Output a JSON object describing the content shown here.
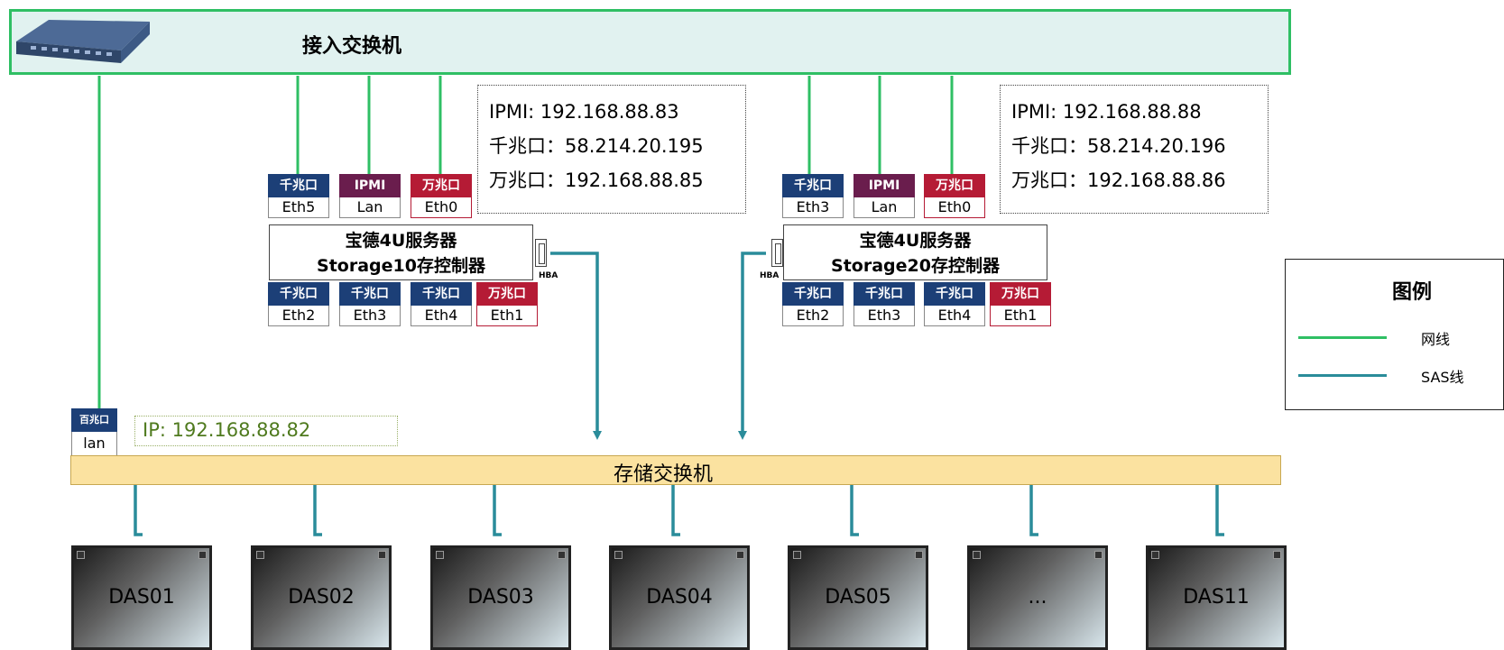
{
  "access_switch": {
    "label": "接入交换机"
  },
  "storage_switch": {
    "label": "存储交换机"
  },
  "server1": {
    "name_line1": "宝德4U服务器",
    "name_line2": "Storage10存控制器",
    "info": [
      "IPMI: 192.168.88.83",
      "千兆口：58.214.20.195",
      "万兆口：192.168.88.85"
    ],
    "top_ports": [
      {
        "tag": "千兆口",
        "name": "Eth5",
        "color": "#1c3f77"
      },
      {
        "tag": "IPMI",
        "name": "Lan",
        "color": "#6a1d4d"
      },
      {
        "tag": "万兆口",
        "name": "Eth0",
        "color": "#b51b35"
      }
    ],
    "bottom_ports": [
      {
        "tag": "千兆口",
        "name": "Eth2",
        "color": "#1c3f77"
      },
      {
        "tag": "千兆口",
        "name": "Eth3",
        "color": "#1c3f77"
      },
      {
        "tag": "千兆口",
        "name": "Eth4",
        "color": "#1c3f77"
      },
      {
        "tag": "万兆口",
        "name": "Eth1",
        "color": "#b51b35"
      }
    ],
    "hba": "HBA"
  },
  "server2": {
    "name_line1": "宝德4U服务器",
    "name_line2": "Storage20存控制器",
    "info": [
      "IPMI: 192.168.88.88",
      "千兆口：58.214.20.196",
      "万兆口：192.168.88.86"
    ],
    "top_ports": [
      {
        "tag": "千兆口",
        "name": "Eth3",
        "color": "#1c3f77"
      },
      {
        "tag": "IPMI",
        "name": "Lan",
        "color": "#6a1d4d"
      },
      {
        "tag": "万兆口",
        "name": "Eth0",
        "color": "#b51b35"
      }
    ],
    "bottom_ports": [
      {
        "tag": "千兆口",
        "name": "Eth2",
        "color": "#1c3f77"
      },
      {
        "tag": "千兆口",
        "name": "Eth3",
        "color": "#1c3f77"
      },
      {
        "tag": "千兆口",
        "name": "Eth4",
        "color": "#1c3f77"
      },
      {
        "tag": "万兆口",
        "name": "Eth1",
        "color": "#b51b35"
      }
    ],
    "hba": "HBA"
  },
  "storage_switch_port": {
    "tag": "百兆口",
    "name": "lan",
    "ip": "IP: 192.168.88.82"
  },
  "das_units": [
    "DAS01",
    "DAS02",
    "DAS03",
    "DAS04",
    "DAS05",
    "...",
    "DAS11"
  ],
  "legend": {
    "title": "图例",
    "items": [
      {
        "label": "网线",
        "color": "#2fbf64"
      },
      {
        "label": "SAS线",
        "color": "#2a8c9a"
      }
    ]
  },
  "colors": {
    "network_cable": "#2fbf64",
    "sas_cable": "#2a8c9a"
  }
}
